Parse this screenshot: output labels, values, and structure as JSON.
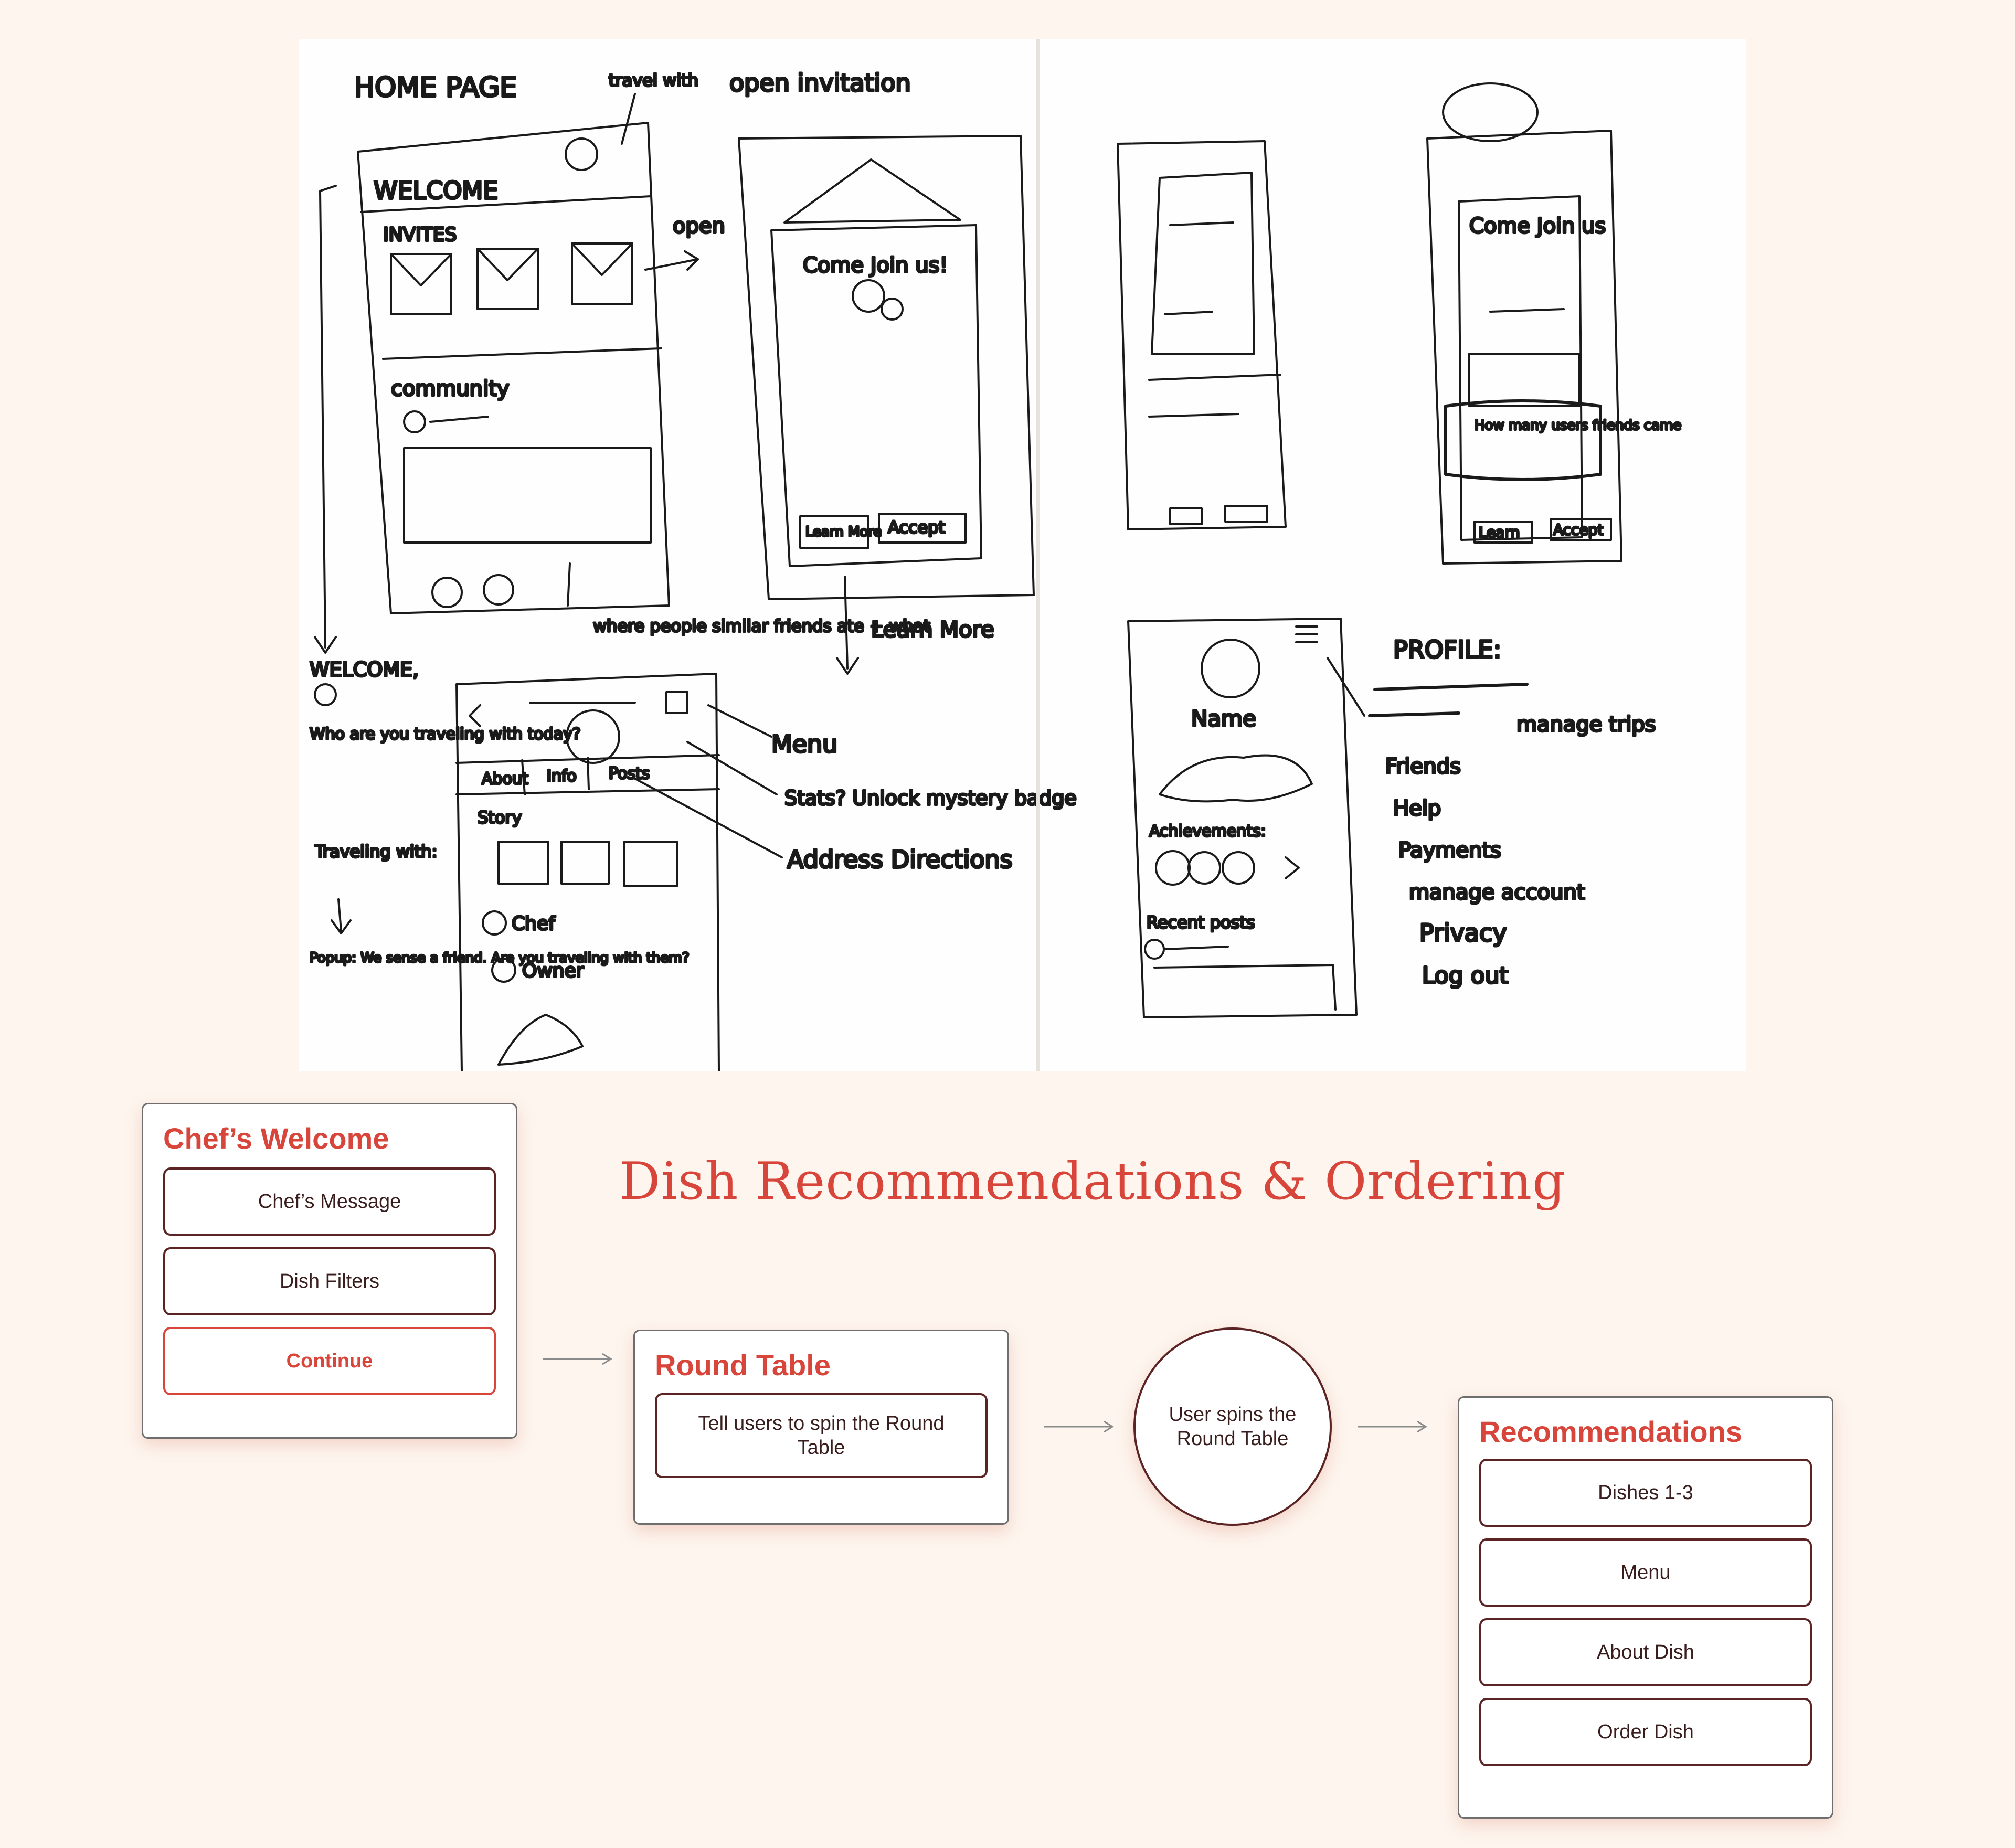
{
  "sketch": {
    "labels": {
      "home_page": "HOME PAGE",
      "travel_with": "travel with",
      "open_invitation": "open invitation",
      "welcome": "WELCOME",
      "invites": "INVITES",
      "open": "open",
      "community": "community",
      "come_join_us": "Come Join us!",
      "learn_more_btn": "Learn More",
      "accept_btn": "Accept",
      "where_people": "where people similar friends ate + what",
      "learn_more": "Learn More",
      "welcome_note": "WELCOME,",
      "who_are_you": "Who are you traveling with today?",
      "traveling_with": "Traveling with:",
      "popup": "Popup: We sense a friend. Are you traveling with them?",
      "about_tab": "About",
      "info_tab": "Info",
      "posts_tab": "Posts",
      "story": "Story",
      "chef": "Chef",
      "owner": "Owner",
      "menu": "Menu",
      "stats": "Stats? Unlock mystery badge",
      "address": "Address Directions",
      "come_join_us_2": "Come Join us",
      "how_many": "How many users friends came",
      "learn_btn_2": "Learn",
      "accept_btn_2": "Accept",
      "name": "Name",
      "achievements": "Achievements:",
      "recent_posts": "Recent posts",
      "profile": "PROFILE:",
      "manage_trips": "manage trips",
      "friends": "Friends",
      "help": "Help",
      "payments": "Payments",
      "manage_account": "manage account",
      "privacy": "Privacy",
      "log_out": "Log out"
    }
  },
  "flow": {
    "heading": "Dish Recommendations & Ordering",
    "chefs_welcome": {
      "title": "Chef’s Welcome",
      "items": [
        "Chef’s Message",
        "Dish Filters"
      ],
      "continue": "Continue"
    },
    "round_table": {
      "title": "Round Table",
      "item": "Tell users to spin the Round Table"
    },
    "spin": "User spins the Round Table",
    "recommendations": {
      "title": "Recommendations",
      "items": [
        "Dishes 1-3",
        "Menu",
        "About Dish",
        "Order Dish"
      ]
    }
  },
  "colors": {
    "background": "#fdf5ee",
    "accent": "#d8453b",
    "border": "#5b2323"
  }
}
